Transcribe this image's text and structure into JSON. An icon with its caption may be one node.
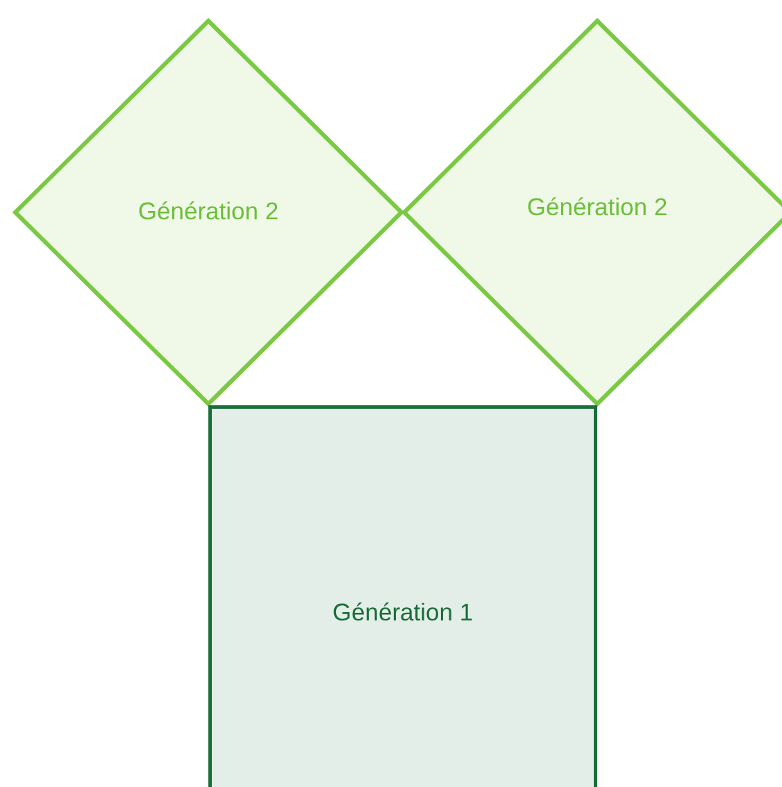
{
  "diagram": {
    "nodes": [
      {
        "text": [
          "Génération 2"
        ]
      },
      {
        "text": [
          "Génération 2"
        ]
      },
      {
        "text": [
          "Génération 1"
        ]
      }
    ]
  }
}
